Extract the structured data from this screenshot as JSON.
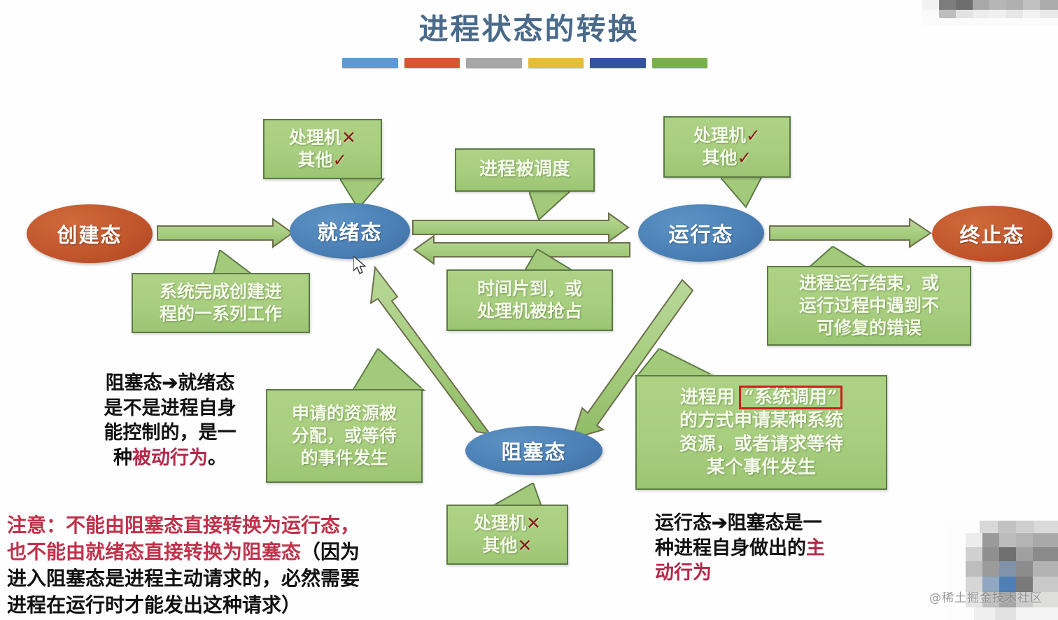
{
  "slide": {
    "title": "进程状态的转换",
    "title_color": "#4a6a8a",
    "bar_colors": [
      "#5b9bd5",
      "#d9552f",
      "#a6a6a6",
      "#e8bc3a",
      "#33539e",
      "#79b04a"
    ]
  },
  "nodes": [
    {
      "id": "create",
      "label": "创建态",
      "color": "#c0542b",
      "kind": "ellipse-orange"
    },
    {
      "id": "ready",
      "label": "就绪态",
      "color": "#4a7fb5",
      "kind": "ellipse-blue"
    },
    {
      "id": "running",
      "label": "运行态",
      "color": "#4a7fb5",
      "kind": "ellipse-blue"
    },
    {
      "id": "terminate",
      "label": "终止态",
      "color": "#c0542b",
      "kind": "ellipse-orange"
    },
    {
      "id": "blocked",
      "label": "阻塞态",
      "color": "#4a7fb5",
      "kind": "ellipse-blue"
    }
  ],
  "callouts": {
    "ready_resources": {
      "line1": "处理机",
      "mark1": "✕",
      "line2": "其他",
      "mark2": "✓"
    },
    "running_resources": {
      "line1": "处理机",
      "mark1": "✓",
      "line2": "其他",
      "mark2": "✓"
    },
    "blocked_resources": {
      "line1": "处理机",
      "mark1": "✕",
      "line2": "其他",
      "mark2": "✕"
    },
    "scheduled": {
      "line1": "进程被调度"
    },
    "create_work": {
      "line1": "系统完成创建进",
      "line2": "程的一系列工作"
    },
    "timeslice": {
      "line1": "时间片到，或",
      "line2": "处理机被抢占"
    },
    "finish": {
      "line1": "进程运行结束，或",
      "line2": "运行过程中遇到不",
      "line3": "可修复的错误"
    },
    "resource_alloc": {
      "line1": "申请的资源被",
      "line2": "分配，或等待",
      "line3": "的事件发生"
    },
    "syscall": {
      "line1_pre": "进程用",
      "line1_boxed": "“系统调用”",
      "line2": "的方式申请某种系统",
      "line3": "资源，或者请求等待",
      "line4": "某个事件发生",
      "box_border_color": "#cc1f1f"
    }
  },
  "notes": {
    "blocked_to_ready": {
      "line1": "阻塞态➔就绪态",
      "line2": "是不是进程自身",
      "line3": "能控制的，是一",
      "line4_pre": "种",
      "line4_red": "被动行为",
      "line4_post": "。"
    },
    "running_to_blocked": {
      "line1": "运行态➔阻塞态是一",
      "line2_pre": "种进程自身做出的",
      "line2_red": "主",
      "line3_red": "动行为"
    },
    "attention": {
      "line1_red": "注意：不能由阻塞态直接转换为运行态，",
      "line2_red": "也不能由就绪态直接转换为阻塞态",
      "line2_black": "（因为",
      "line3_black": "进入阻塞态是进程主动请求的，必然需要",
      "line4_black": "进程在运行时才能发出这种请求）"
    }
  },
  "watermark": {
    "text": "@稀土掘金技术社区"
  },
  "cursor": {
    "name": "mouse-pointer"
  }
}
